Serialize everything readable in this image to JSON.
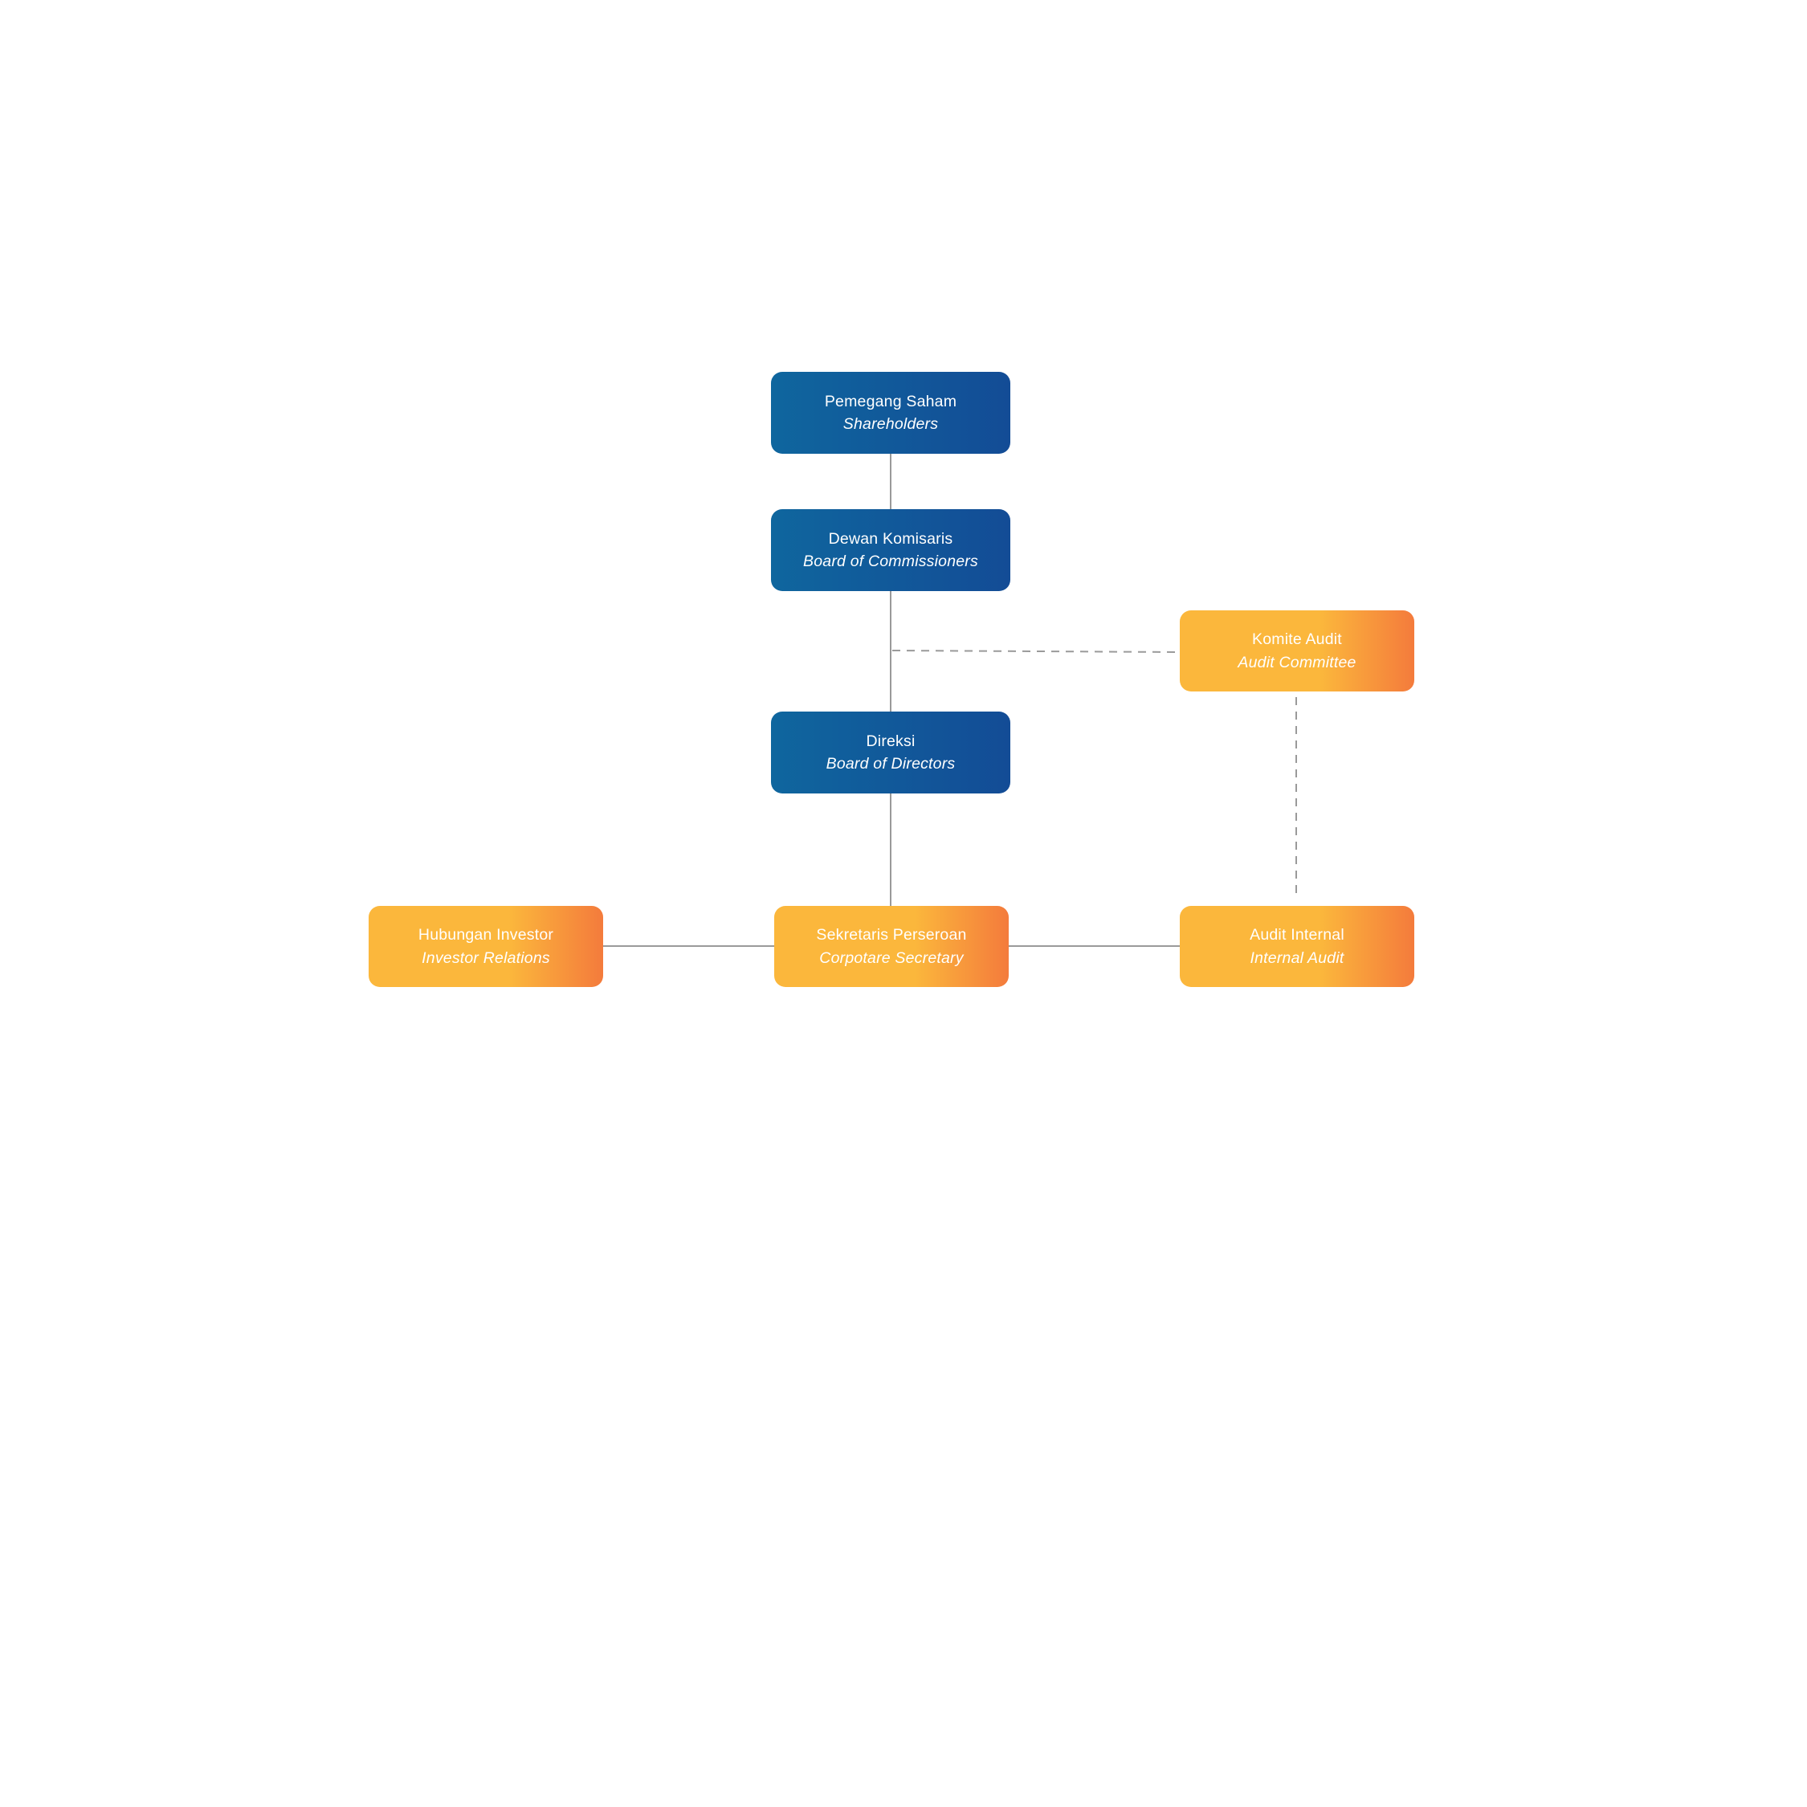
{
  "nodes": {
    "shareholders": {
      "primary": "Pemegang Saham",
      "secondary": "Shareholders",
      "color": "#0f669e"
    },
    "commissioners": {
      "primary": "Dewan Komisaris",
      "secondary": "Board of Commissioners",
      "color": "#0f669e"
    },
    "audit_committee": {
      "primary": "Komite Audit",
      "secondary": "Audit Committee",
      "color": "#fbb73c"
    },
    "directors": {
      "primary": "Direksi",
      "secondary": "Board of Directors",
      "color": "#0f669e"
    },
    "investor_relations": {
      "primary": "Hubungan Investor",
      "secondary": "Investor Relations",
      "color": "#fbb73c"
    },
    "corporate_secretary": {
      "primary": "Sekretaris Perseroan",
      "secondary": "Corpotare Secretary",
      "color": "#fbb73c"
    },
    "internal_audit": {
      "primary": "Audit Internal",
      "secondary": "Internal Audit",
      "color": "#fbb73c"
    }
  },
  "palette": {
    "blue_start": "#0f669e",
    "blue_end": "#134c96",
    "orange_start": "#fbb73c",
    "orange_end": "#f47b3c",
    "connector": "#9a9a9a"
  }
}
